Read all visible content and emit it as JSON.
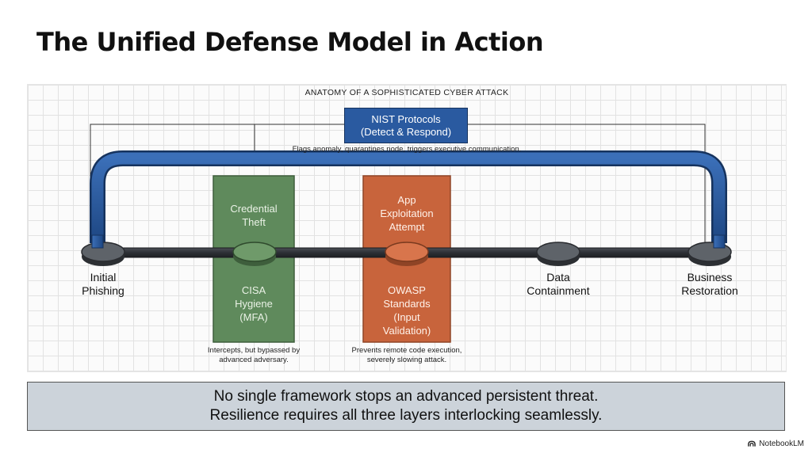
{
  "title": "The Unified Defense Model in Action",
  "diagram": {
    "header": "ANATOMY OF A SOPHISTICATED CYBER ATTACK",
    "nist": {
      "line1": "NIST Protocols",
      "line2": "(Detect & Respond)",
      "note": "Flags anomaly, quarantines node, triggers executive communication."
    },
    "stages": [
      {
        "line1": "Initial",
        "line2": "Phishing"
      },
      {
        "line1": "Credential",
        "line2": "Theft"
      },
      {
        "line1": "App",
        "line2": "Exploitation",
        "line3": "Attempt"
      },
      {
        "line1": "Data",
        "line2": "Containment"
      },
      {
        "line1": "Business",
        "line2": "Restoration"
      }
    ],
    "cisa": {
      "line1": "CISA",
      "line2": "Hygiene",
      "line3": "(MFA)",
      "note1": "Intercepts, but bypassed by",
      "note2": "advanced adversary."
    },
    "owasp": {
      "line1": "OWASP",
      "line2": "Standards",
      "line3": "(Input",
      "line4": "Validation)",
      "note1": "Prevents remote code execution,",
      "note2": "severely slowing attack."
    },
    "colors": {
      "nist_blue": "#2a5aa0",
      "cisa_green": "#5f8a5c",
      "owasp_orange": "#c8643c",
      "node_gray": "#555a60",
      "pipe_dark": "#3a3d42"
    }
  },
  "banner": {
    "line1": "No single framework stops an advanced persistent threat.",
    "line2": "Resilience requires all three layers interlocking seamlessly."
  },
  "brand": {
    "name": "NotebookLM",
    "icon": "notebooklm-logo-icon"
  }
}
